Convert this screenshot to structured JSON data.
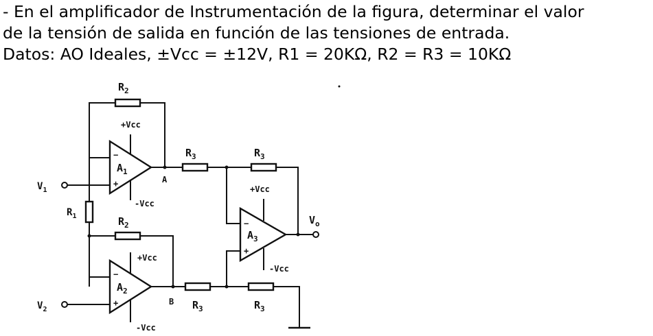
{
  "problem": {
    "line1": "- En el amplificador de Instrumentación de la figura, determinar el valor",
    "line2": "de la tensión de salida en función de las tensiones de entrada.",
    "line3": "Datos: AO Ideales, ±Vcc = ±12V, R1 = 20KΩ, R2 = R3 = 10KΩ"
  },
  "circuit": {
    "r2_top": "R",
    "r2_top_sub": "2",
    "r2_mid": "R",
    "r2_mid_sub": "2",
    "r1": "R",
    "r1_sub": "1",
    "r3_a": "R",
    "r3_a_sub": "3",
    "r3_fb": "R",
    "r3_fb_sub": "3",
    "r3_b": "R",
    "r3_b_sub": "3",
    "r3_gnd": "R",
    "r3_gnd_sub": "3",
    "a1": "A",
    "a1_sub": "1",
    "a2": "A",
    "a2_sub": "2",
    "a3": "A",
    "a3_sub": "3",
    "vcc_pos_a1": "+Vcc",
    "vcc_neg_a1": "-Vcc",
    "vcc_pos_a2": "+Vcc",
    "vcc_neg_a2": "-Vcc",
    "vcc_pos_a3": "+Vcc",
    "vcc_neg_a3": "-Vcc",
    "v1": "V",
    "v1_sub": "1",
    "v2": "V",
    "v2_sub": "2",
    "vo": "V",
    "vo_sub": "o",
    "node_a": "A",
    "node_b": "B",
    "minus": "−",
    "plus": "+"
  }
}
